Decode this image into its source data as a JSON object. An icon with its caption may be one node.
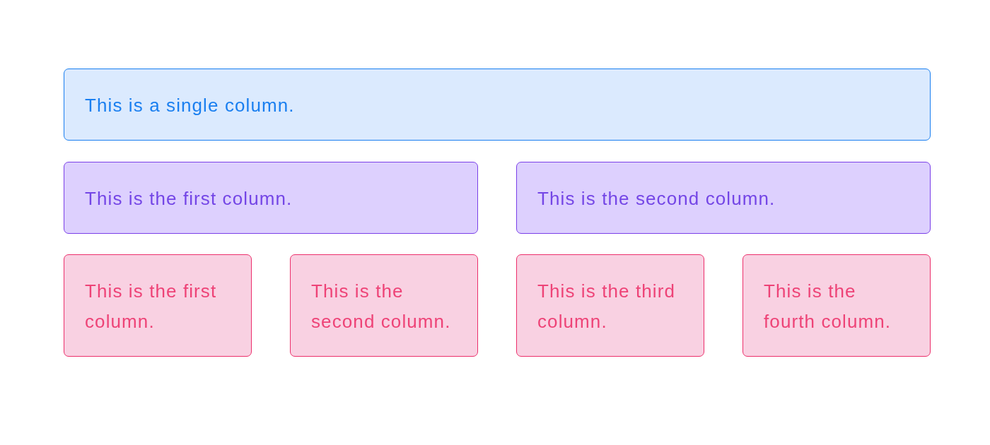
{
  "diagram": {
    "nodes": [
      {
        "text": [
          "This is a single column."
        ]
      },
      {
        "text": [
          "This is the first column."
        ]
      },
      {
        "text": [
          "This is the second column."
        ]
      },
      {
        "text": [
          "This is the first column."
        ]
      },
      {
        "text": [
          "This is the second column."
        ]
      },
      {
        "text": [
          "This is the third column."
        ]
      },
      {
        "text": [
          "This is the fourth column."
        ]
      }
    ]
  }
}
